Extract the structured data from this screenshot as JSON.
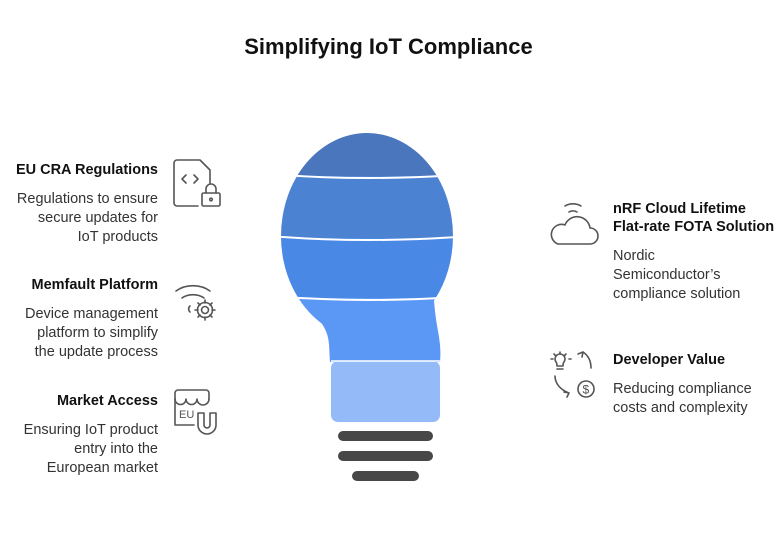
{
  "title": "Simplifying IoT Compliance",
  "left": [
    {
      "heading": [
        "EU CRA Regulations"
      ],
      "description": [
        "Regulations to ensure",
        "secure updates for",
        "IoT products"
      ],
      "icon": "code-file-lock-icon"
    },
    {
      "heading": [
        "Memfault Platform"
      ],
      "description": [
        "Device management",
        "platform to simplify",
        "the update process"
      ],
      "icon": "wifi-gear-icon"
    },
    {
      "heading": [
        "Market Access"
      ],
      "description": [
        "Ensuring IoT product",
        "entry into the",
        "European market"
      ],
      "icon": "eu-store-magnet-icon",
      "icon_text": "EU"
    }
  ],
  "right": [
    {
      "heading": [
        "nRF Cloud Lifetime",
        "Flat-rate FOTA Solution"
      ],
      "description": [
        "Nordic",
        "Semiconductor’s",
        "compliance solution"
      ],
      "icon": "cloud-wifi-icon"
    },
    {
      "heading": [
        "Developer Value"
      ],
      "description": [
        "Reducing compliance",
        "costs and complexity"
      ],
      "icon": "idea-dollar-cycle-icon"
    }
  ],
  "colors": {
    "band1": "#4a76bd",
    "band2": "#4c82d2",
    "band3": "#4a88e6",
    "band4": "#5b98f5",
    "neck": "#94bbf8",
    "base": "#474747",
    "icon": "#555555"
  }
}
